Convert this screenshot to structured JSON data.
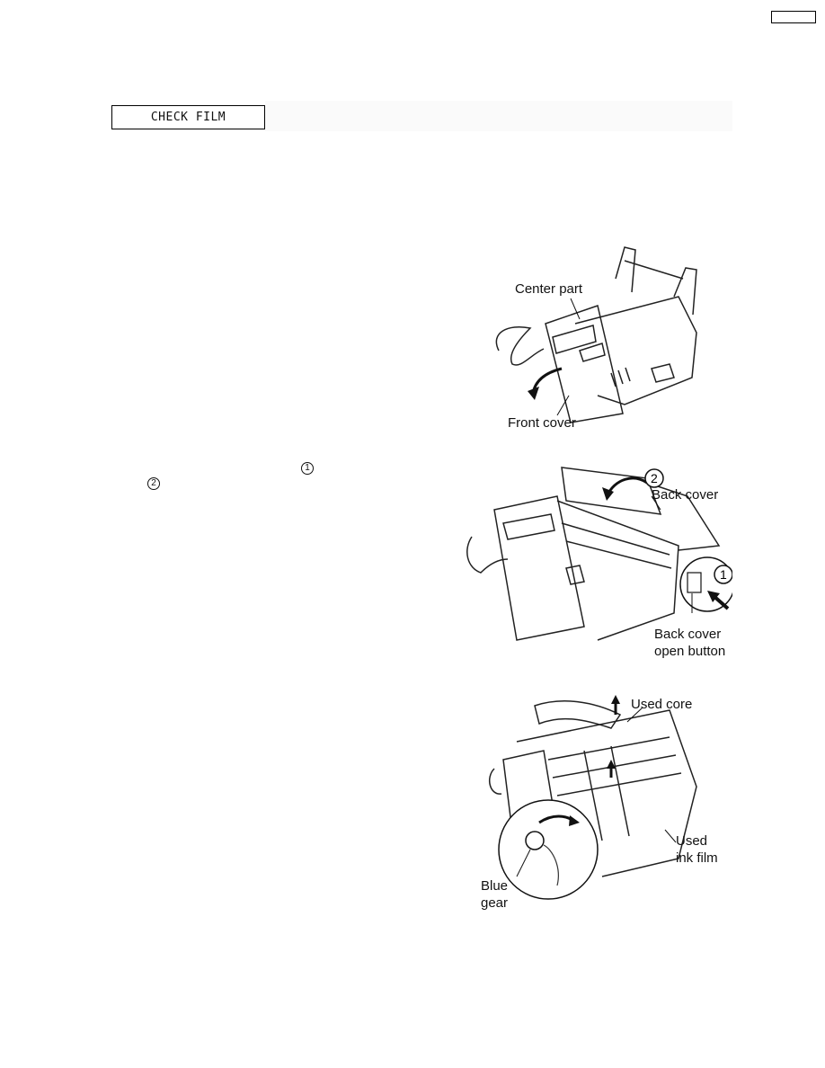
{
  "display": {
    "message": "CHECK FILM"
  },
  "steps": {
    "marker_1": "1",
    "marker_2": "2"
  },
  "figure1": {
    "label_center": "Center part",
    "label_front": "Front cover"
  },
  "figure2": {
    "label_back": "Back cover",
    "label_button_line1": "Back cover",
    "label_button_line2": "open button",
    "callout_1": "1",
    "callout_2": "2"
  },
  "figure3": {
    "label_core": "Used core",
    "label_film_line1": "Used",
    "label_film_line2": "ink film",
    "label_gear_line1": "Blue",
    "label_gear_line2": "gear"
  }
}
